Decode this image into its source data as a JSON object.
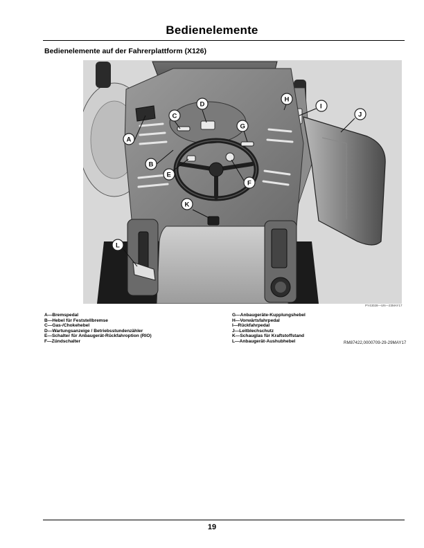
{
  "page": {
    "title": "Bedienelemente",
    "section_heading": "Bedienelemente auf der Fahrerplattform (X126)",
    "figure_id": "PY43028—UN—23MAY17",
    "doc_ref": "RM87422,0000709-29-29MAY17",
    "page_number": "19"
  },
  "callouts": [
    "A",
    "B",
    "C",
    "D",
    "E",
    "F",
    "G",
    "H",
    "I",
    "J",
    "K",
    "L"
  ],
  "legend": {
    "left": [
      "A—Bremspedal",
      "B—Hebel für Feststellbremse",
      "C—Gas-/Chokehebel",
      "D—Wartungsanzeige / Betriebsstundenzähler",
      "E—Schalter für Anbaugerät-Rückfahroption (RIO)",
      "F—Zündschalter"
    ],
    "right": [
      "G—Anbaugeräte-Kupplungshebel",
      "H—Vorwärtsfahrpedal",
      "I—Rückfahrpedal",
      "J—Leitblechschutz",
      "K—Schauglas für Kraftstoffstand",
      "L—Anbaugerät-Aushubhebel"
    ]
  }
}
